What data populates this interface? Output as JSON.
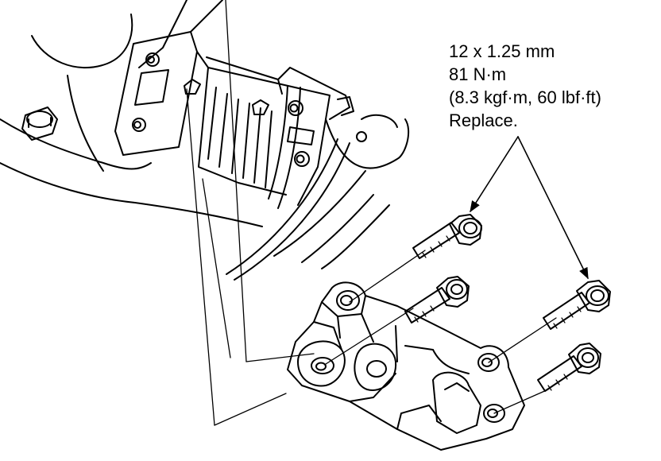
{
  "callout": {
    "thread_size": "12 x 1.25 mm",
    "torque_nm": "81 N·m",
    "torque_alt": "(8.3 kgf·m, 60 lbf·ft)",
    "note": "Replace."
  },
  "colors": {
    "line": "#000000",
    "background": "#ffffff"
  }
}
